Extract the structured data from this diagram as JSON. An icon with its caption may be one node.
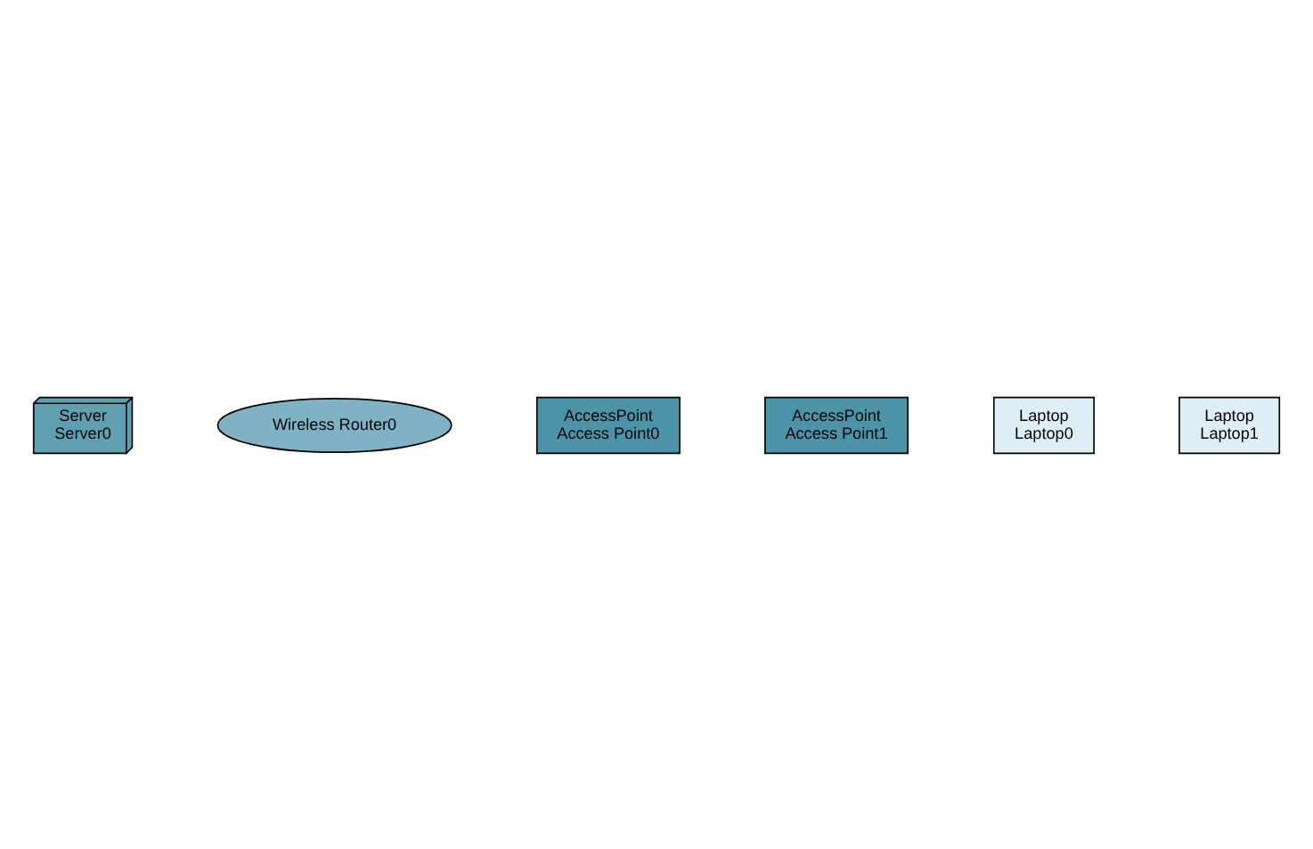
{
  "diagram": {
    "nodes": [
      {
        "text": [
          "Server",
          "Server0"
        ]
      },
      {
        "text": [
          "Wireless Router0"
        ]
      },
      {
        "text": [
          "AccessPoint",
          "Access Point0"
        ]
      },
      {
        "text": [
          "AccessPoint",
          "Access Point1"
        ]
      },
      {
        "text": [
          "Laptop",
          "Laptop0"
        ]
      },
      {
        "text": [
          "Laptop",
          "Laptop1"
        ]
      }
    ],
    "edges": []
  }
}
